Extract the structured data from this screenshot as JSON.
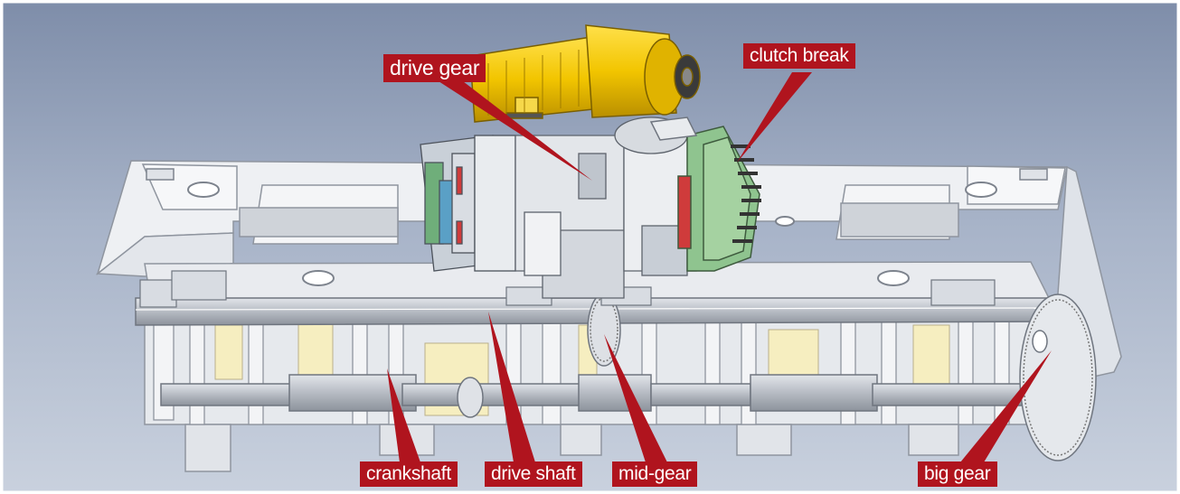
{
  "labels": {
    "drive_gear": "drive gear",
    "clutch_break": "clutch break",
    "crankshaft": "crankshaft",
    "drive_shaft": "drive shaft",
    "mid_gear": "mid-gear",
    "big_gear": "big gear"
  },
  "colors": {
    "background_top": "#7e8da9",
    "background_bottom": "#c5cede",
    "frame": "#eef0f3",
    "frame_edge": "#9aa0aa",
    "shaft": "#b8bdc4",
    "motor": "#f2c500",
    "clutch": "#8fc48f",
    "cream": "#f6eec0",
    "label_bg": "#b0141e",
    "label_text": "#ffffff"
  }
}
